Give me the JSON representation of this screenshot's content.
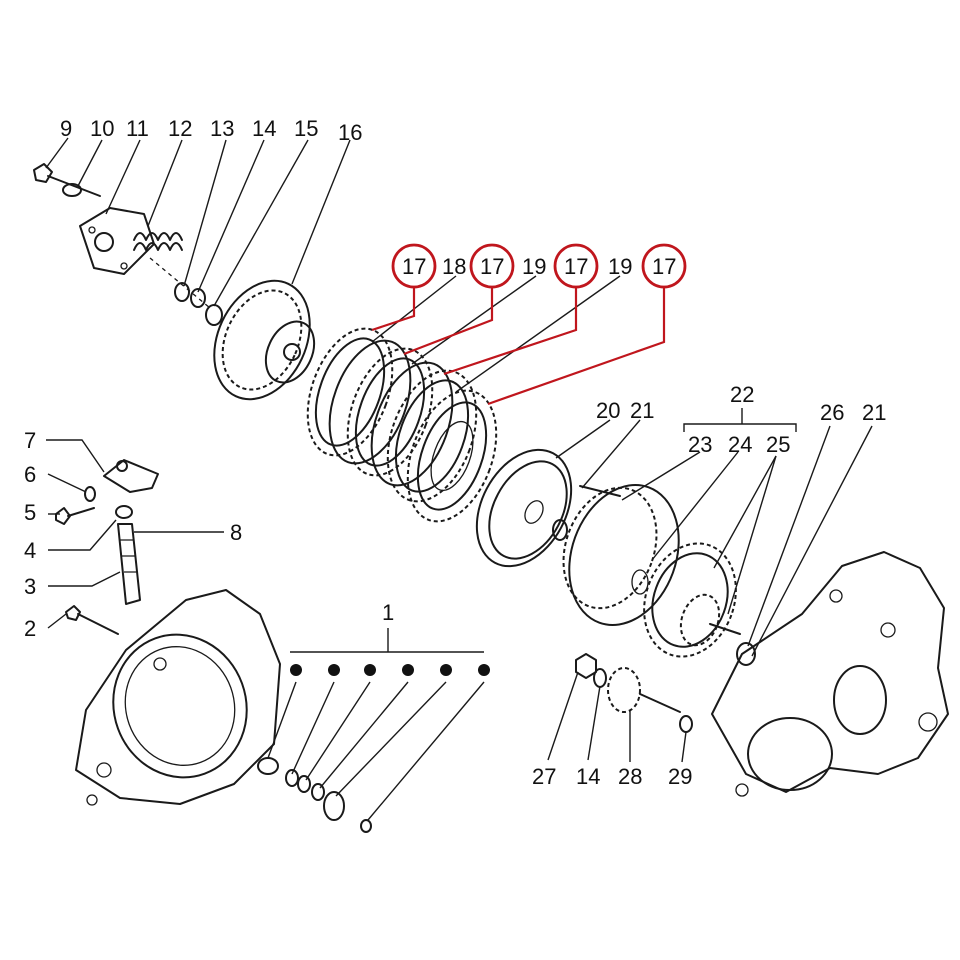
{
  "diagram": {
    "highlight_color": "#c0161d",
    "highlighted_label": "17",
    "labels": {
      "n1": "1",
      "n2": "2",
      "n3": "3",
      "n4": "4",
      "n5": "5",
      "n6": "6",
      "n7": "7",
      "n8": "8",
      "n9": "9",
      "n10": "10",
      "n11": "11",
      "n12": "12",
      "n13": "13",
      "n14": "14",
      "n15": "15",
      "n16": "16",
      "n17": "17",
      "n18": "18",
      "n19": "19",
      "n20": "20",
      "n21": "21",
      "n22": "22",
      "n23": "23",
      "n24": "24",
      "n25": "25",
      "n26": "26",
      "n27": "27",
      "n28": "28",
      "n29": "29"
    }
  }
}
